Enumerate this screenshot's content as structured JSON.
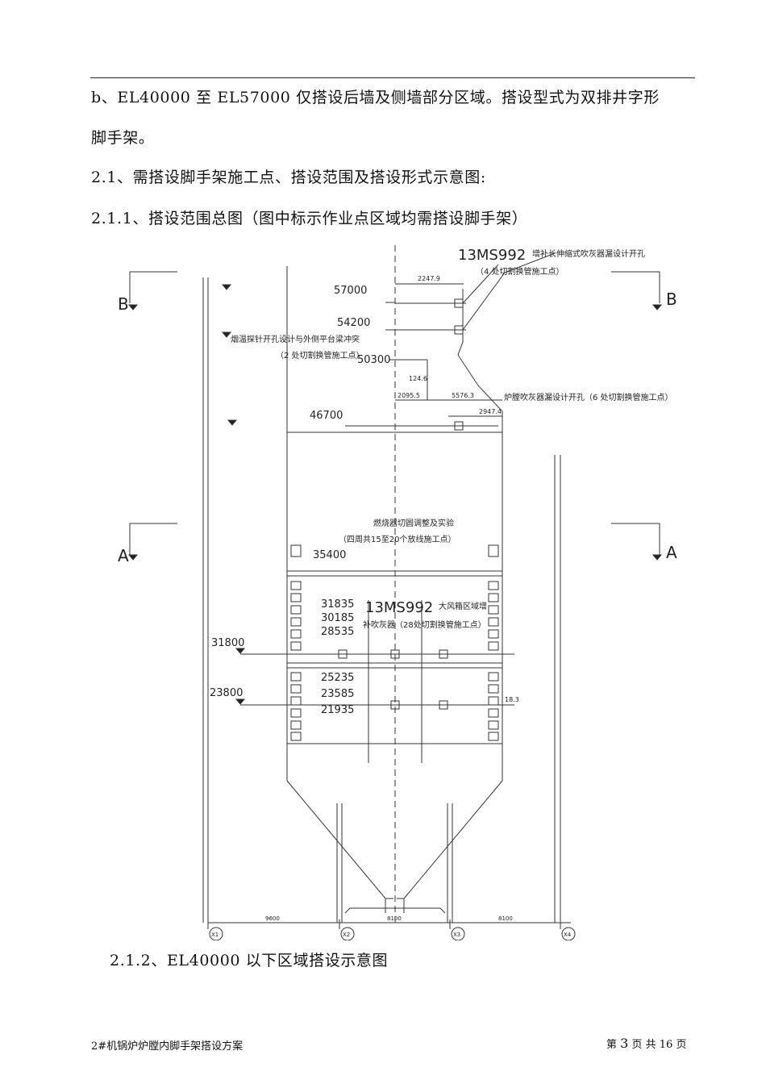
{
  "paragraphs": {
    "p1": "b、EL40000 至 EL57000 仅搭设后墙及侧墙部分区域。搭设型式为双排井字形",
    "p1b": "脚手架。",
    "p2": "2.1、需搭设脚手架施工点、搭设范围及搭设形式示意图:",
    "p3": "2.1.1、搭设范围总图（图中标示作业点区域均需搭设脚手架）",
    "p4": "2.1.2、EL40000 以下区域搭设示意图"
  },
  "drawing": {
    "section_b": "B",
    "section_a": "A",
    "elevations": [
      "57000",
      "54200",
      "50300",
      "46700",
      "35400",
      "31835",
      "30185",
      "28535",
      "31800",
      "25235",
      "23585",
      "21935",
      "23800"
    ],
    "dims": {
      "d1": "2247.9",
      "d2": "124.6",
      "d3": "2095.5",
      "d4": "5576.3",
      "d5": "2947.4",
      "d6": "18.3"
    },
    "bottom_dims": [
      "9600",
      "8100",
      "8100"
    ],
    "axes": [
      "X1",
      "X2",
      "X3",
      "X4"
    ],
    "notes": {
      "n1_big": "13MS992",
      "n1_small": "增补长伸缩式吹灰器漏设计开孔",
      "n1_line2": "（4 处切割换管施工点）",
      "n2_line1": "烟温探针开孔设计与外侧平台梁冲突",
      "n2_line2": "（2 处切割换管施工点）",
      "n3": "炉膛吹灰器漏设计开孔（6 处切割换管施工点）",
      "n4_line1": "燃烧器切圆调整及实验",
      "n4_line2": "（四周共15至20个放线施工点）",
      "n5_big": "13MS992",
      "n5_small": "大风箱区域增",
      "n5_line2": "补吹灰器（28处切割换管施工点）"
    }
  },
  "footer": {
    "doc_title": "2#机锅炉炉膛内脚手架搭设方案",
    "page_prefix": "第",
    "page_num": "3",
    "page_mid": "页 共",
    "page_total": "16",
    "page_suffix": "页"
  }
}
